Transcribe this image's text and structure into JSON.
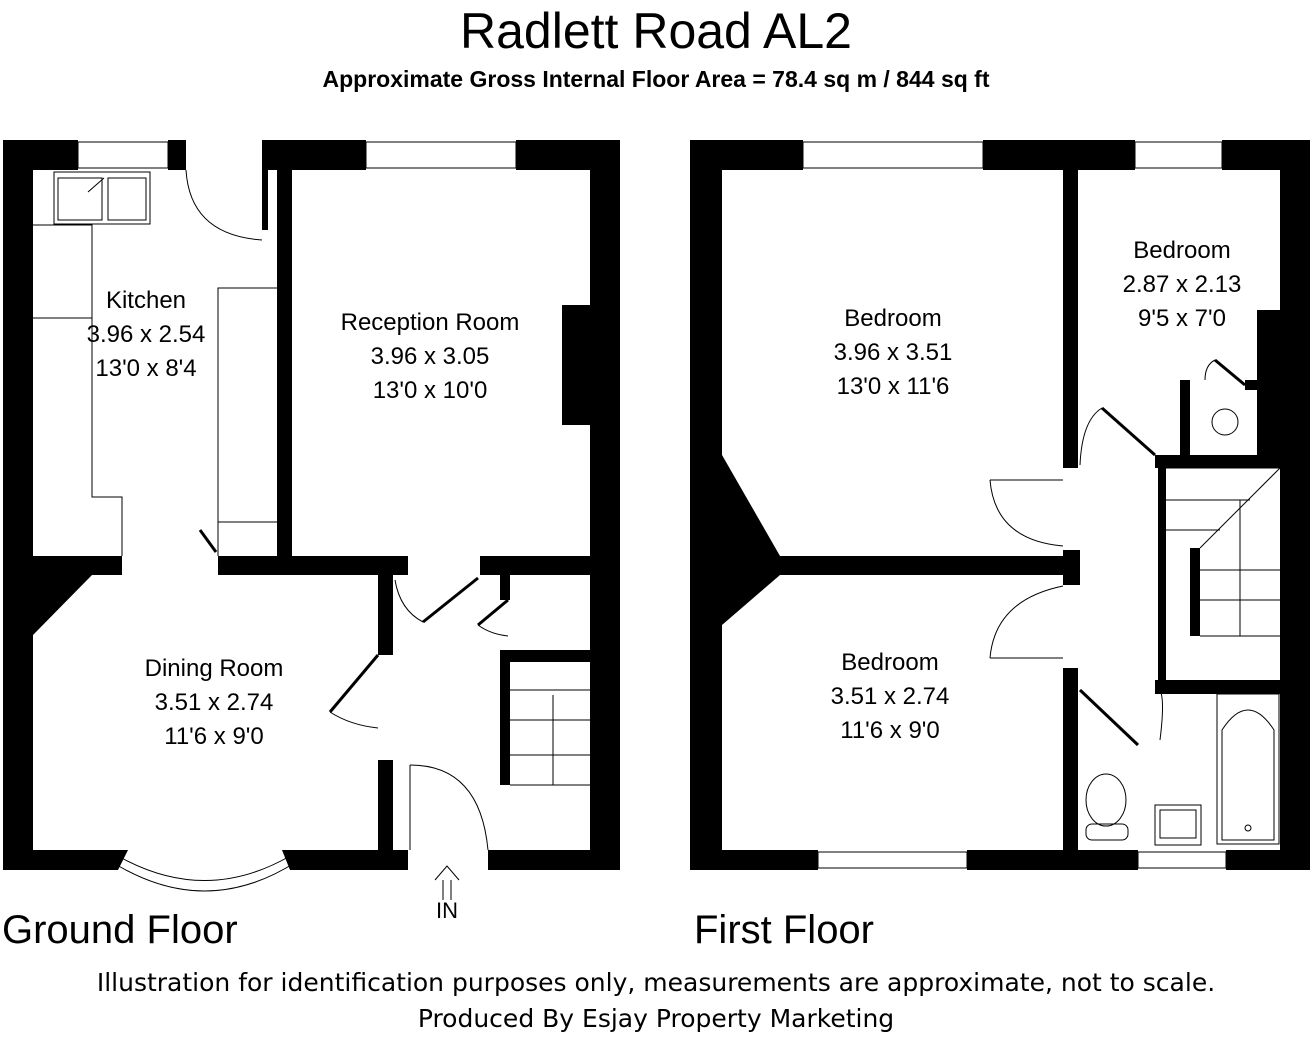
{
  "header": {
    "title": "Radlett Road AL2",
    "subtitle": "Approximate Gross Internal Floor Area = 78.4 sq m / 844 sq ft"
  },
  "ground_floor": {
    "label": "Ground Floor",
    "entrance_label": "IN",
    "rooms": [
      {
        "name": "Kitchen",
        "metric": "3.96 x 2.54",
        "imperial": "13'0 x 8'4"
      },
      {
        "name": "Reception Room",
        "metric": "3.96 x 3.05",
        "imperial": "13'0 x 10'0"
      },
      {
        "name": "Dining Room",
        "metric": "3.51 x 2.74",
        "imperial": "11'6 x 9'0"
      }
    ]
  },
  "first_floor": {
    "label": "First Floor",
    "rooms": [
      {
        "name": "Bedroom",
        "metric": "3.96 x 3.51",
        "imperial": "13'0 x 11'6"
      },
      {
        "name": "Bedroom",
        "metric": "2.87 x 2.13",
        "imperial": "9'5 x 7'0"
      },
      {
        "name": "Bedroom",
        "metric": "3.51 x 2.74",
        "imperial": "11'6 x 9'0"
      }
    ]
  },
  "footer": {
    "disclaimer": "Illustration for identification purposes only, measurements are approximate, not to scale.",
    "credit": "Produced By Esjay Property Marketing"
  }
}
